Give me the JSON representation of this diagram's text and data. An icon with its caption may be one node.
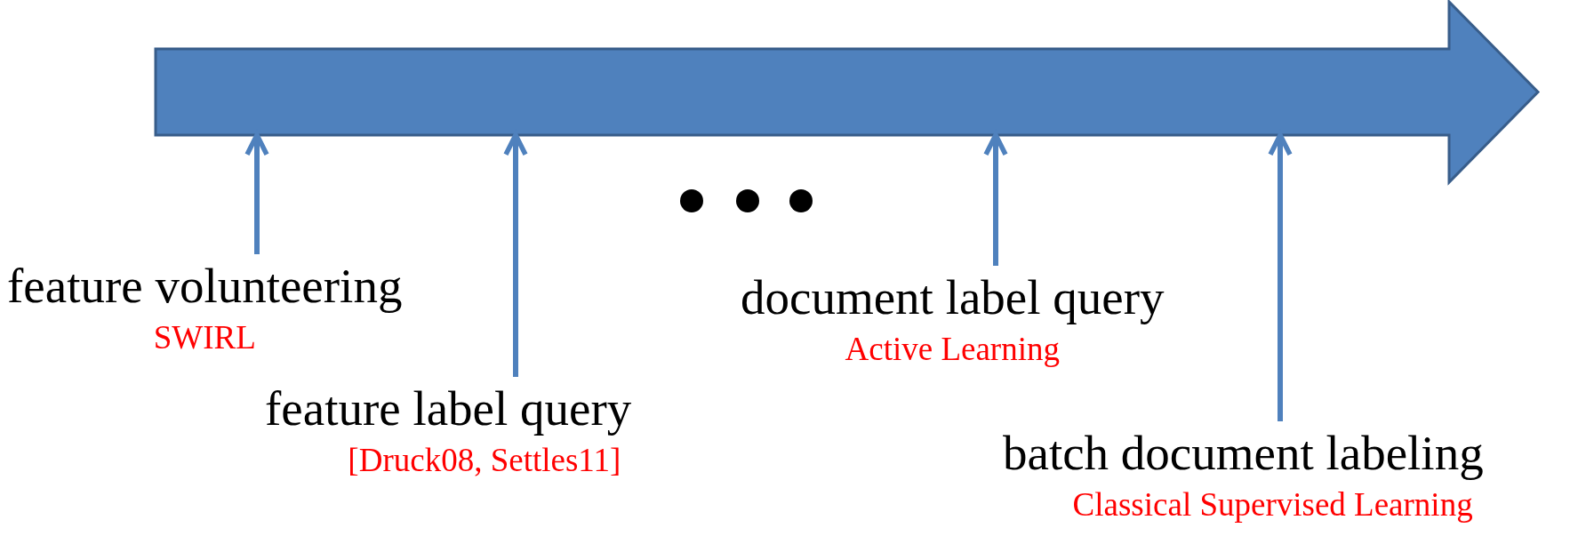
{
  "diagram": {
    "nodes": [
      {
        "text": [],
        "shape": "arrow"
      },
      {
        "text": [
          "feature volunteering",
          "SWIRL"
        ]
      },
      {
        "text": [
          "feature label query",
          "[Druck08, Settles11]"
        ]
      },
      {
        "text": [
          "document label query",
          "Active Learning"
        ]
      },
      {
        "text": [
          "batch document labeling",
          "Classical Supervised Learning"
        ]
      }
    ],
    "edges": [
      {
        "from": 1,
        "to": 0,
        "arrow": "to"
      },
      {
        "from": 2,
        "to": 0,
        "arrow": "to"
      },
      {
        "from": 3,
        "to": 0,
        "arrow": "to"
      },
      {
        "from": 4,
        "to": 0,
        "arrow": "to"
      }
    ]
  }
}
